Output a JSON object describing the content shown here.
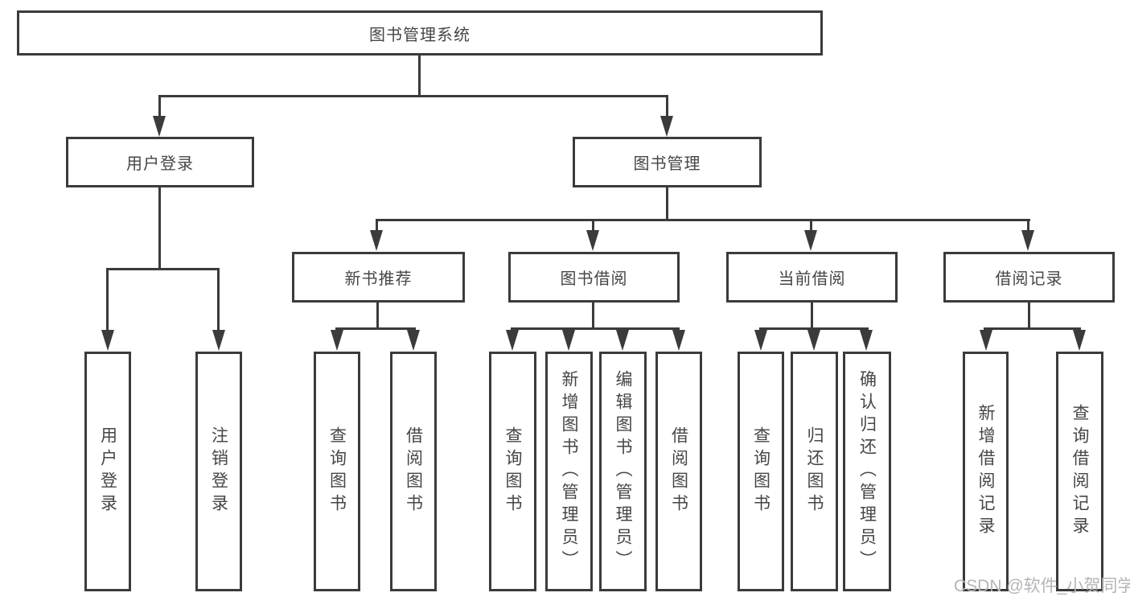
{
  "tree": {
    "root": {
      "label": "图书管理系统",
      "children": [
        {
          "label": "用户登录",
          "children": [
            {
              "label": "用户登录"
            },
            {
              "label": "注销登录"
            }
          ]
        },
        {
          "label": "图书管理",
          "children": [
            {
              "label": "新书推荐",
              "children": [
                {
                  "label": "查询图书"
                },
                {
                  "label": "借阅图书"
                }
              ]
            },
            {
              "label": "图书借阅",
              "children": [
                {
                  "label": "查询图书"
                },
                {
                  "label": "新增图书（管理员）"
                },
                {
                  "label": "编辑图书（管理员）"
                },
                {
                  "label": "借阅图书"
                }
              ]
            },
            {
              "label": "当前借阅",
              "children": [
                {
                  "label": "查询图书"
                },
                {
                  "label": "归还图书"
                },
                {
                  "label": "确认归还（管理员）"
                }
              ]
            },
            {
              "label": "借阅记录",
              "children": [
                {
                  "label": "新增借阅记录"
                },
                {
                  "label": "查询借阅记录"
                }
              ]
            }
          ]
        }
      ]
    }
  },
  "watermark": {
    "text": "CSDN @软件_小贺同学"
  },
  "colors": {
    "line": "#3b3b3b",
    "text": "#464646",
    "watermark": "#b5b5b9",
    "background": "#ffffff"
  }
}
